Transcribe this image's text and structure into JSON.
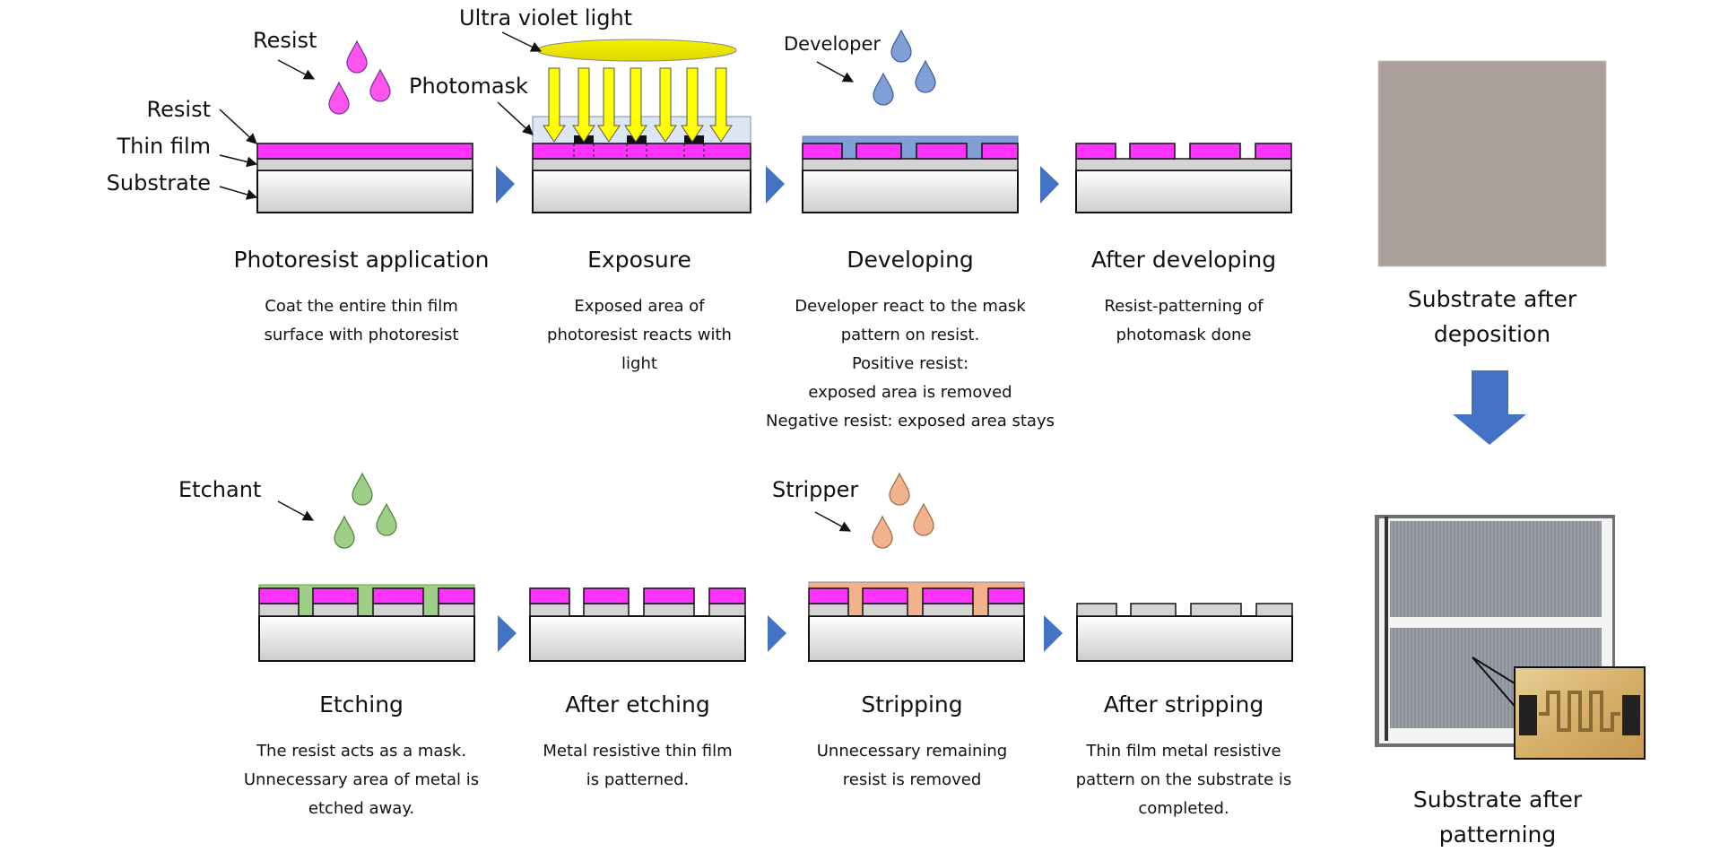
{
  "labels": {
    "resist_drops": "Resist",
    "uv_light": "Ultra violet light",
    "photomask": "Photomask",
    "developer": "Developer",
    "layer_resist": "Resist",
    "layer_thin_film": "Thin film",
    "layer_substrate": "Substrate",
    "etchant": "Etchant",
    "stripper": "Stripper"
  },
  "steps": [
    {
      "title": "Photoresist application",
      "desc": [
        "Coat the entire thin film",
        "surface with photoresist"
      ]
    },
    {
      "title": "Exposure",
      "desc": [
        "Exposed area of",
        "photoresist reacts with",
        "light"
      ]
    },
    {
      "title": "Developing",
      "desc": [
        "Developer react to the mask",
        "pattern on resist.",
        "Positive resist:",
        "exposed area is removed",
        "Negative resist: exposed area stays"
      ]
    },
    {
      "title": "After developing",
      "desc": [
        "Resist-patterning of",
        "photomask done"
      ]
    },
    {
      "title": "Etching",
      "desc": [
        "The resist acts as a mask.",
        "Unnecessary area of metal is",
        "etched away."
      ]
    },
    {
      "title": "After etching",
      "desc": [
        "Metal resistive thin film",
        "is patterned."
      ]
    },
    {
      "title": "Stripping",
      "desc": [
        "Unnecessary remaining",
        "resist is removed"
      ]
    },
    {
      "title": "After stripping",
      "desc": [
        "Thin film metal resistive",
        "pattern on the substrate is",
        "completed."
      ]
    }
  ],
  "side": {
    "before_title": [
      "Substrate after",
      "deposition"
    ],
    "after_title": [
      "Substrate after",
      "patterning"
    ]
  },
  "colors": {
    "resist": "#ff33ff",
    "thin_film": "#d4d4d4",
    "substrate_top": "#ffffff",
    "substrate_bottom": "#cfcfcf",
    "uv_light": "#ffff00",
    "photomask_glass": "#dde6f5",
    "developer": "#7f9fd6",
    "etchant": "#9fcf86",
    "stripper": "#f2b38c",
    "arrow_blue": "#4472c4",
    "deposited_substrate": "#ab9f9c"
  }
}
